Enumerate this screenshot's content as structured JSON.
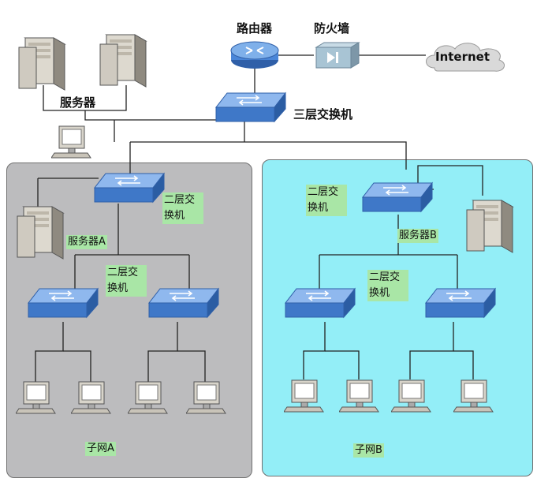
{
  "title_labels": {
    "router": "路由器",
    "firewall": "防火墙",
    "internet": "Internet",
    "servers": "服务器",
    "core_switch": "三层交换机"
  },
  "subnet_a": {
    "switch_label": "二层交换机",
    "server_label": "服务器A",
    "sub_switch_label": "二层交换机",
    "name": "子网A"
  },
  "subnet_b": {
    "switch_label": "二层交换机",
    "server_label": "服务器B",
    "sub_switch_label": "二层交换机",
    "name": "子网B"
  },
  "colors": {
    "subnet_a_bg": "#bcbcbe",
    "subnet_b_bg": "#93eef7",
    "switch_blue": "#4a86d8",
    "label_green": "#a9e6a6"
  },
  "icons": [
    "server-icon",
    "router-icon",
    "firewall-icon",
    "cloud-icon",
    "switch-icon",
    "pc-icon"
  ]
}
